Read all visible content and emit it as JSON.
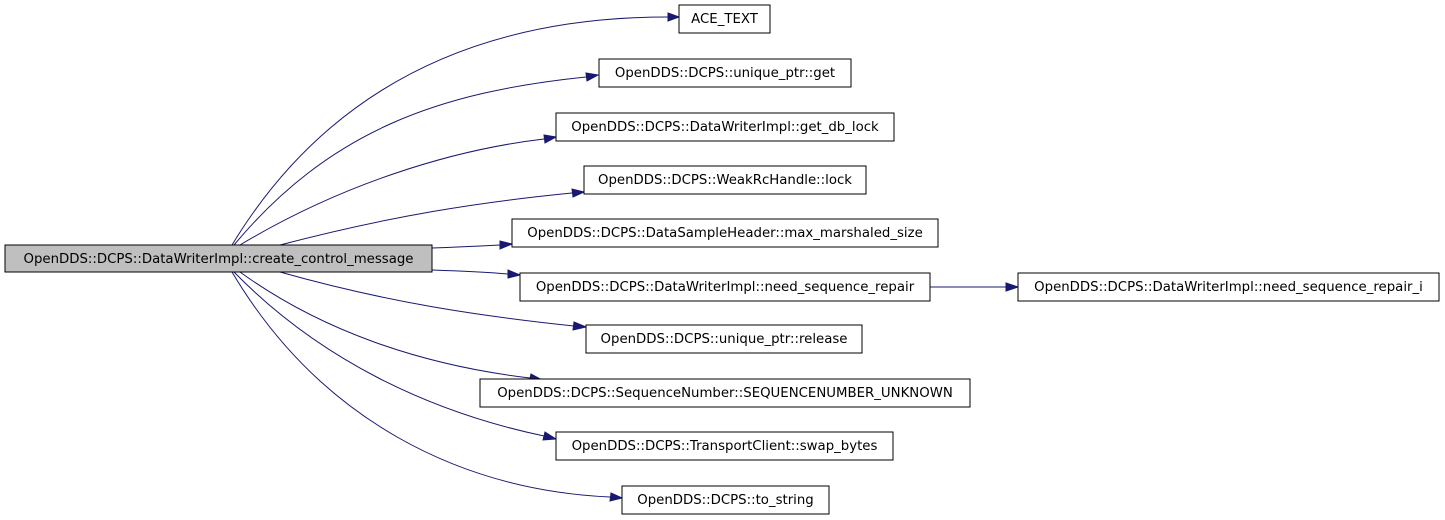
{
  "graph": {
    "colors": {
      "edge": "#191970",
      "root_fill": "#bfbfbf",
      "node_fill": "#ffffff",
      "node_border": "#000000"
    },
    "root": {
      "label": "OpenDDS::DCPS::DataWriterImpl::create_control_message"
    },
    "callees": [
      {
        "label": "ACE_TEXT"
      },
      {
        "label": "OpenDDS::DCPS::unique_ptr::get"
      },
      {
        "label": "OpenDDS::DCPS::DataWriterImpl::get_db_lock"
      },
      {
        "label": "OpenDDS::DCPS::WeakRcHandle::lock"
      },
      {
        "label": "OpenDDS::DCPS::DataSampleHeader::max_marshaled_size"
      },
      {
        "label": "OpenDDS::DCPS::DataWriterImpl::need_sequence_repair"
      },
      {
        "label": "OpenDDS::DCPS::unique_ptr::release"
      },
      {
        "label": "OpenDDS::DCPS::SequenceNumber::SEQUENCENUMBER_UNKNOWN"
      },
      {
        "label": "OpenDDS::DCPS::TransportClient::swap_bytes"
      },
      {
        "label": "OpenDDS::DCPS::to_string"
      }
    ],
    "second_level": [
      {
        "label": "OpenDDS::DCPS::DataWriterImpl::need_sequence_repair_i"
      }
    ]
  }
}
